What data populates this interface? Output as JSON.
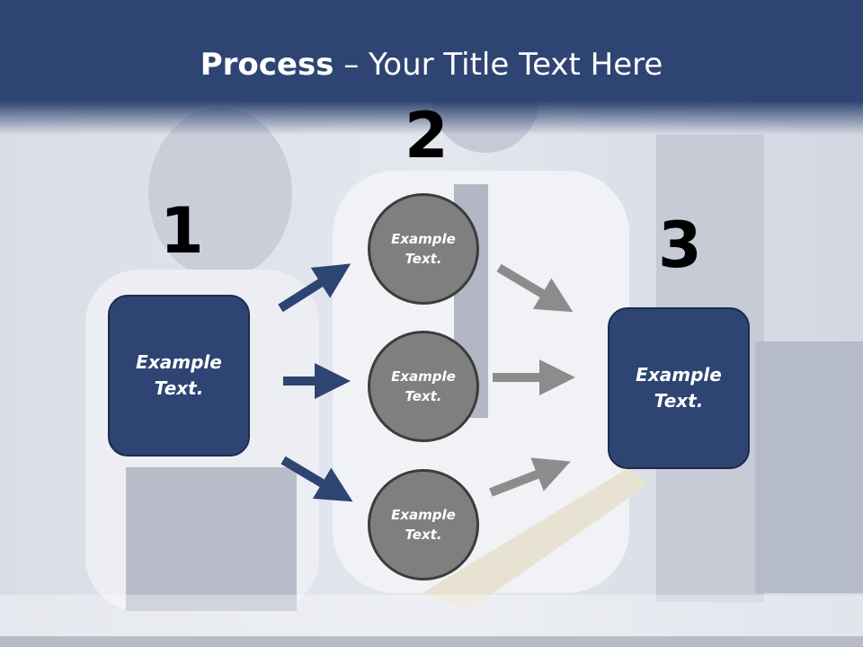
{
  "slide": {
    "title_bold": "Process",
    "title_rest": " – Your Title Text Here"
  },
  "steps": {
    "one": {
      "number": "1",
      "text": "Example Text."
    },
    "two": {
      "number": "2"
    },
    "three": {
      "number": "3",
      "text": "Example Text."
    }
  },
  "circles": [
    {
      "text": "Example Text."
    },
    {
      "text": "Example Text."
    },
    {
      "text": "Example Text."
    }
  ],
  "colors": {
    "header": "#2e4472",
    "box": "#2e4472",
    "circle": "#7f7f7f",
    "arrow_blue": "#2e4472",
    "arrow_gray": "#8c8c8c"
  }
}
